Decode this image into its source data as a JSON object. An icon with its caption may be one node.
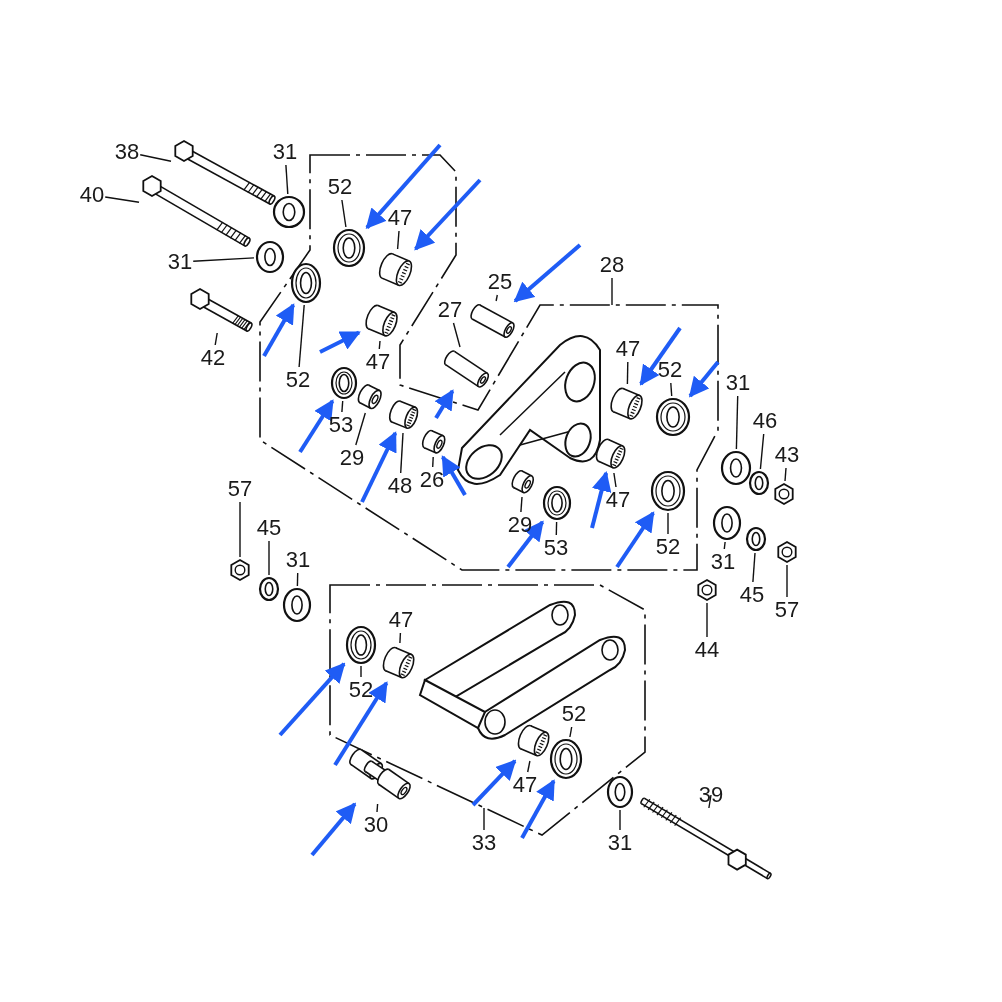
{
  "diagram": {
    "nodes": [
      {
        "text": [],
        "shape": "box"
      },
      {
        "text": [],
        "shape": "box"
      },
      {
        "text": [
          "38"
        ]
      },
      {
        "text": [],
        "shape": "picture"
      },
      {
        "text": [
          "31"
        ]
      },
      {
        "text": [],
        "shape": "picture"
      },
      {
        "text": [
          "40"
        ]
      },
      {
        "text": [],
        "shape": "picture"
      },
      {
        "text": [
          "31"
        ]
      },
      {
        "text": [],
        "shape": "picture"
      },
      {
        "text": [
          "42"
        ]
      },
      {
        "text": [],
        "shape": "picture"
      },
      {
        "text": [
          "52"
        ],
        "in": 0
      },
      {
        "text": [],
        "shape": "picture",
        "in": 0
      },
      {
        "text": [
          "47"
        ],
        "in": 0
      },
      {
        "text": [],
        "shape": "picture",
        "in": 0
      },
      {
        "text": [
          "52"
        ],
        "in": 0
      },
      {
        "text": [],
        "shape": "picture",
        "in": 0
      },
      {
        "text": [
          "47"
        ],
        "in": 0
      },
      {
        "text": [],
        "shape": "picture",
        "in": 0
      },
      {
        "text": [
          "53"
        ],
        "in": 0
      },
      {
        "text": [],
        "shape": "picture",
        "in": 0
      },
      {
        "text": [
          "29"
        ],
        "in": 0
      },
      {
        "text": [],
        "shape": "picture",
        "in": 0
      },
      {
        "text": [
          "48"
        ],
        "in": 0
      },
      {
        "text": [],
        "shape": "picture",
        "in": 0
      },
      {
        "text": [
          "26"
        ],
        "in": 0
      },
      {
        "text": [],
        "shape": "picture",
        "in": 0
      },
      {
        "text": [
          "27"
        ]
      },
      {
        "text": [],
        "shape": "picture"
      },
      {
        "text": [
          "25"
        ]
      },
      {
        "text": [],
        "shape": "picture"
      },
      {
        "text": [
          "28"
        ]
      },
      {
        "text": [
          "47"
        ],
        "in": 0
      },
      {
        "text": [],
        "shape": "picture",
        "in": 0
      },
      {
        "text": [
          "52"
        ],
        "in": 0
      },
      {
        "text": [],
        "shape": "picture",
        "in": 0
      },
      {
        "text": [
          "31"
        ]
      },
      {
        "text": [],
        "shape": "picture"
      },
      {
        "text": [
          "46"
        ]
      },
      {
        "text": [],
        "shape": "picture"
      },
      {
        "text": [
          "43"
        ]
      },
      {
        "text": [],
        "shape": "picture"
      },
      {
        "text": [
          "29"
        ],
        "in": 0
      },
      {
        "text": [],
        "shape": "picture",
        "in": 0
      },
      {
        "text": [
          "53"
        ],
        "in": 0
      },
      {
        "text": [],
        "shape": "picture",
        "in": 0
      },
      {
        "text": [
          "47"
        ],
        "in": 0
      },
      {
        "text": [],
        "shape": "picture",
        "in": 0
      },
      {
        "text": [
          "52"
        ],
        "in": 0
      },
      {
        "text": [],
        "shape": "picture",
        "in": 0
      },
      {
        "text": [
          "31"
        ]
      },
      {
        "text": [],
        "shape": "picture"
      },
      {
        "text": [
          "45"
        ]
      },
      {
        "text": [],
        "shape": "picture"
      },
      {
        "text": [
          "57"
        ]
      },
      {
        "text": [],
        "shape": "picture"
      },
      {
        "text": [
          "44"
        ]
      },
      {
        "text": [],
        "shape": "picture"
      },
      {
        "text": [
          "57"
        ]
      },
      {
        "text": [],
        "shape": "picture"
      },
      {
        "text": [
          "45"
        ]
      },
      {
        "text": [],
        "shape": "picture"
      },
      {
        "text": [
          "31"
        ]
      },
      {
        "text": [],
        "shape": "picture"
      },
      {
        "text": [
          "47"
        ],
        "in": 1
      },
      {
        "text": [],
        "shape": "picture",
        "in": 1
      },
      {
        "text": [
          "52"
        ],
        "in": 1
      },
      {
        "text": [],
        "shape": "picture",
        "in": 1
      },
      {
        "text": [
          "52"
        ],
        "in": 1
      },
      {
        "text": [],
        "shape": "picture",
        "in": 1
      },
      {
        "text": [
          "47"
        ],
        "in": 1
      },
      {
        "text": [],
        "shape": "picture",
        "in": 1
      },
      {
        "text": [
          "30"
        ]
      },
      {
        "text": [],
        "shape": "picture"
      },
      {
        "text": [
          "33"
        ]
      },
      {
        "text": [
          "31"
        ]
      },
      {
        "text": [],
        "shape": "picture"
      },
      {
        "text": [
          "39"
        ]
      },
      {
        "text": [],
        "shape": "picture"
      }
    ],
    "edges": [
      {
        "from": 2,
        "to": 3,
        "arrow": "none"
      },
      {
        "from": 4,
        "to": 5,
        "arrow": "none"
      },
      {
        "from": 6,
        "to": 7,
        "arrow": "none"
      },
      {
        "from": 8,
        "to": 9,
        "arrow": "none"
      },
      {
        "from": 10,
        "to": 11,
        "arrow": "none"
      },
      {
        "from": 12,
        "to": 13,
        "arrow": "none"
      },
      {
        "from": 14,
        "to": 15,
        "arrow": "none"
      },
      {
        "from": 16,
        "to": 17,
        "arrow": "none"
      },
      {
        "from": 18,
        "to": 19,
        "arrow": "none"
      },
      {
        "from": 20,
        "to": 21,
        "arrow": "none"
      },
      {
        "from": 22,
        "to": 23,
        "arrow": "none"
      },
      {
        "from": 24,
        "to": 25,
        "arrow": "none"
      },
      {
        "from": 26,
        "to": 27,
        "arrow": "none"
      },
      {
        "from": 28,
        "to": 29,
        "arrow": "none"
      },
      {
        "from": 30,
        "to": 31,
        "arrow": "none"
      },
      {
        "from": 32,
        "to": 0,
        "arrow": "none"
      },
      {
        "from": 33,
        "to": 34,
        "arrow": "none"
      },
      {
        "from": 35,
        "to": 36,
        "arrow": "none"
      },
      {
        "from": 37,
        "to": 38,
        "arrow": "none"
      },
      {
        "from": 39,
        "to": 40,
        "arrow": "none"
      },
      {
        "from": 41,
        "to": 42,
        "arrow": "none"
      },
      {
        "from": 43,
        "to": 44,
        "arrow": "none"
      },
      {
        "from": 45,
        "to": 46,
        "arrow": "none"
      },
      {
        "from": 47,
        "to": 48,
        "arrow": "none"
      },
      {
        "from": 49,
        "to": 50,
        "arrow": "none"
      },
      {
        "from": 51,
        "to": 52,
        "arrow": "none"
      },
      {
        "from": 53,
        "to": 54,
        "arrow": "none"
      },
      {
        "from": 55,
        "to": 56,
        "arrow": "none"
      },
      {
        "from": 57,
        "to": 58,
        "arrow": "none"
      },
      {
        "from": 59,
        "to": 60,
        "arrow": "none"
      },
      {
        "from": 61,
        "to": 62,
        "arrow": "none"
      },
      {
        "from": 63,
        "to": 64,
        "arrow": "none"
      },
      {
        "from": 65,
        "to": 66,
        "arrow": "none"
      },
      {
        "from": 67,
        "to": 68,
        "arrow": "none"
      },
      {
        "from": 69,
        "to": 70,
        "arrow": "none"
      },
      {
        "from": 71,
        "to": 72,
        "arrow": "none"
      },
      {
        "from": 73,
        "to": 74,
        "arrow": "none"
      },
      {
        "from": 75,
        "to": 1,
        "arrow": "none"
      },
      {
        "from": 76,
        "to": 77,
        "arrow": "none"
      },
      {
        "from": 78,
        "to": 79,
        "arrow": "none"
      },
      {
        "from": null,
        "to": 13,
        "arrow": "to",
        "style": "thick",
        "color": "#1f5cf5"
      },
      {
        "from": null,
        "to": 15,
        "arrow": "to",
        "style": "thick",
        "color": "#1f5cf5"
      },
      {
        "from": null,
        "to": 17,
        "arrow": "to",
        "style": "thick",
        "color": "#1f5cf5"
      },
      {
        "from": null,
        "to": 19,
        "arrow": "to",
        "style": "thick",
        "color": "#1f5cf5"
      },
      {
        "from": null,
        "to": 21,
        "arrow": "to",
        "style": "thick",
        "color": "#1f5cf5"
      },
      {
        "from": null,
        "to": 25,
        "arrow": "to",
        "style": "thick",
        "color": "#1f5cf5"
      },
      {
        "from": null,
        "to": 29,
        "arrow": "to",
        "style": "thick",
        "color": "#1f5cf5"
      },
      {
        "from": null,
        "to": 27,
        "arrow": "to",
        "style": "thick",
        "color": "#1f5cf5"
      },
      {
        "from": null,
        "to": 31,
        "arrow": "to",
        "style": "thick",
        "color": "#1f5cf5"
      },
      {
        "from": null,
        "to": 34,
        "arrow": "to",
        "style": "thick",
        "color": "#1f5cf5"
      },
      {
        "from": null,
        "to": 36,
        "arrow": "to",
        "style": "thick",
        "color": "#1f5cf5"
      },
      {
        "from": null,
        "to": 48,
        "arrow": "to",
        "style": "thick",
        "color": "#1f5cf5"
      },
      {
        "from": null,
        "to": 46,
        "arrow": "to",
        "style": "thick",
        "color": "#1f5cf5"
      },
      {
        "from": null,
        "to": 50,
        "arrow": "to",
        "style": "thick",
        "color": "#1f5cf5"
      },
      {
        "from": null,
        "to": 68,
        "arrow": "to",
        "style": "thick",
        "color": "#1f5cf5"
      },
      {
        "from": null,
        "to": 66,
        "arrow": "to",
        "style": "thick",
        "color": "#1f5cf5"
      },
      {
        "from": null,
        "to": 72,
        "arrow": "to",
        "style": "thick",
        "color": "#1f5cf5"
      },
      {
        "from": null,
        "to": 70,
        "arrow": "to",
        "style": "thick",
        "color": "#1f5cf5"
      },
      {
        "from": null,
        "to": 74,
        "arrow": "to",
        "style": "thick",
        "color": "#1f5cf5"
      }
    ]
  }
}
